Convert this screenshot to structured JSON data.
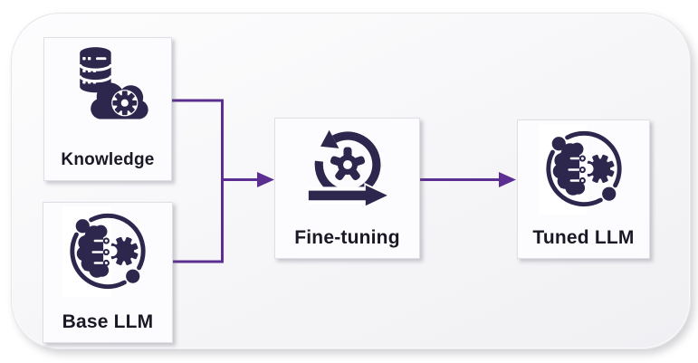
{
  "diagram": {
    "nodes": [
      {
        "id": "knowledge",
        "label": "Knowledge",
        "icon": "database-gear-icon"
      },
      {
        "id": "base-llm",
        "label": "Base LLM",
        "icon": "brain-circuit-gear-icon"
      },
      {
        "id": "fine-tuning",
        "label": "Fine-tuning",
        "icon": "iteration-arrows-gear-icon"
      },
      {
        "id": "tuned-llm",
        "label": "Tuned LLM",
        "icon": "brain-circuit-gear-icon"
      }
    ],
    "edges": [
      {
        "from": "Knowledge",
        "to": "Fine-tuning"
      },
      {
        "from": "Base LLM",
        "to": "Fine-tuning"
      },
      {
        "from": "Fine-tuning",
        "to": "Tuned LLM"
      }
    ],
    "colors": {
      "icon_dark": "#2d264d",
      "arrow_purple": "#5c2e91",
      "label_text": "#1a1824",
      "node_background": "#fcfcfe",
      "frame_background": "#f5f5f7"
    }
  }
}
